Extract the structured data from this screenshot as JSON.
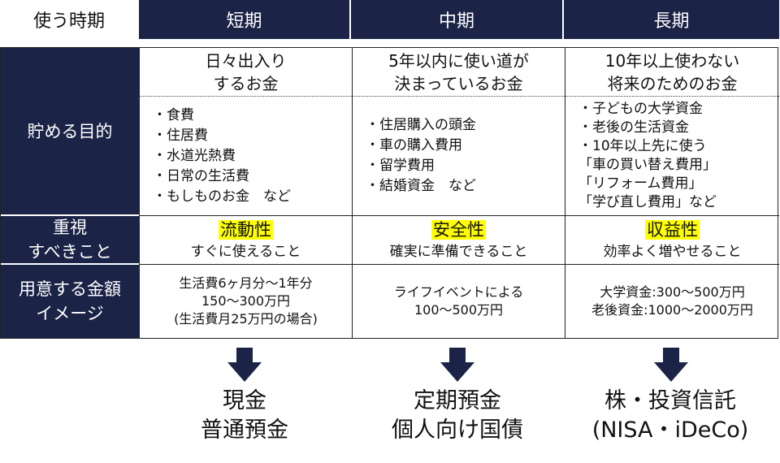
{
  "header": {
    "corner": "使う時期",
    "cols": [
      "短期",
      "中期",
      "長期"
    ]
  },
  "rows": {
    "purpose_label": "貯める目的",
    "priority_label_1": "重視",
    "priority_label_2": "すべきこと",
    "amount_label_1": "用意する金額",
    "amount_label_2": "イメージ"
  },
  "short": {
    "purpose_1": "日々出入り",
    "purpose_2": "するお金",
    "items": [
      "・食費",
      "・住居費",
      "・水道光熱費",
      "・日常の生活費",
      "・もしものお金　など"
    ],
    "key": "流動性",
    "key_desc": "すぐに使えること",
    "amount_1": "生活費6ヶ月分～1年分",
    "amount_2": "150～300万円",
    "amount_3": "(生活費月25万円の場合)"
  },
  "mid": {
    "purpose_1": "5年以内に使い道が",
    "purpose_2": "決まっているお金",
    "items": [
      "・住居購入の頭金",
      "・車の購入費用",
      "・留学費用",
      "・結婚資金　など"
    ],
    "key": "安全性",
    "key_desc": "確実に準備できること",
    "amount_1": "ライフイベントによる",
    "amount_2": "100～500万円"
  },
  "long": {
    "purpose_1": "10年以上使わない",
    "purpose_2": "将来のためのお金",
    "items": [
      "・子どもの大学資金",
      "・老後の生活資金",
      "・10年以上先に使う",
      "「車の買い替え費用」",
      "「リフォーム費用」",
      "「学び直し費用」など"
    ],
    "key": "収益性",
    "key_desc": "効率よく増やせること",
    "amount_1": "大学資金:300～500万円",
    "amount_2": "老後資金:1000～2000万円"
  },
  "products": {
    "short_1": "現金",
    "short_2": "普通預金",
    "mid_1": "定期預金",
    "mid_2": "個人向け国債",
    "long_1": "株・投資信託",
    "long_2": "(NISA・iDeCo)"
  },
  "colors": {
    "navy": "#1b2347",
    "highlight": "#ffff00"
  }
}
